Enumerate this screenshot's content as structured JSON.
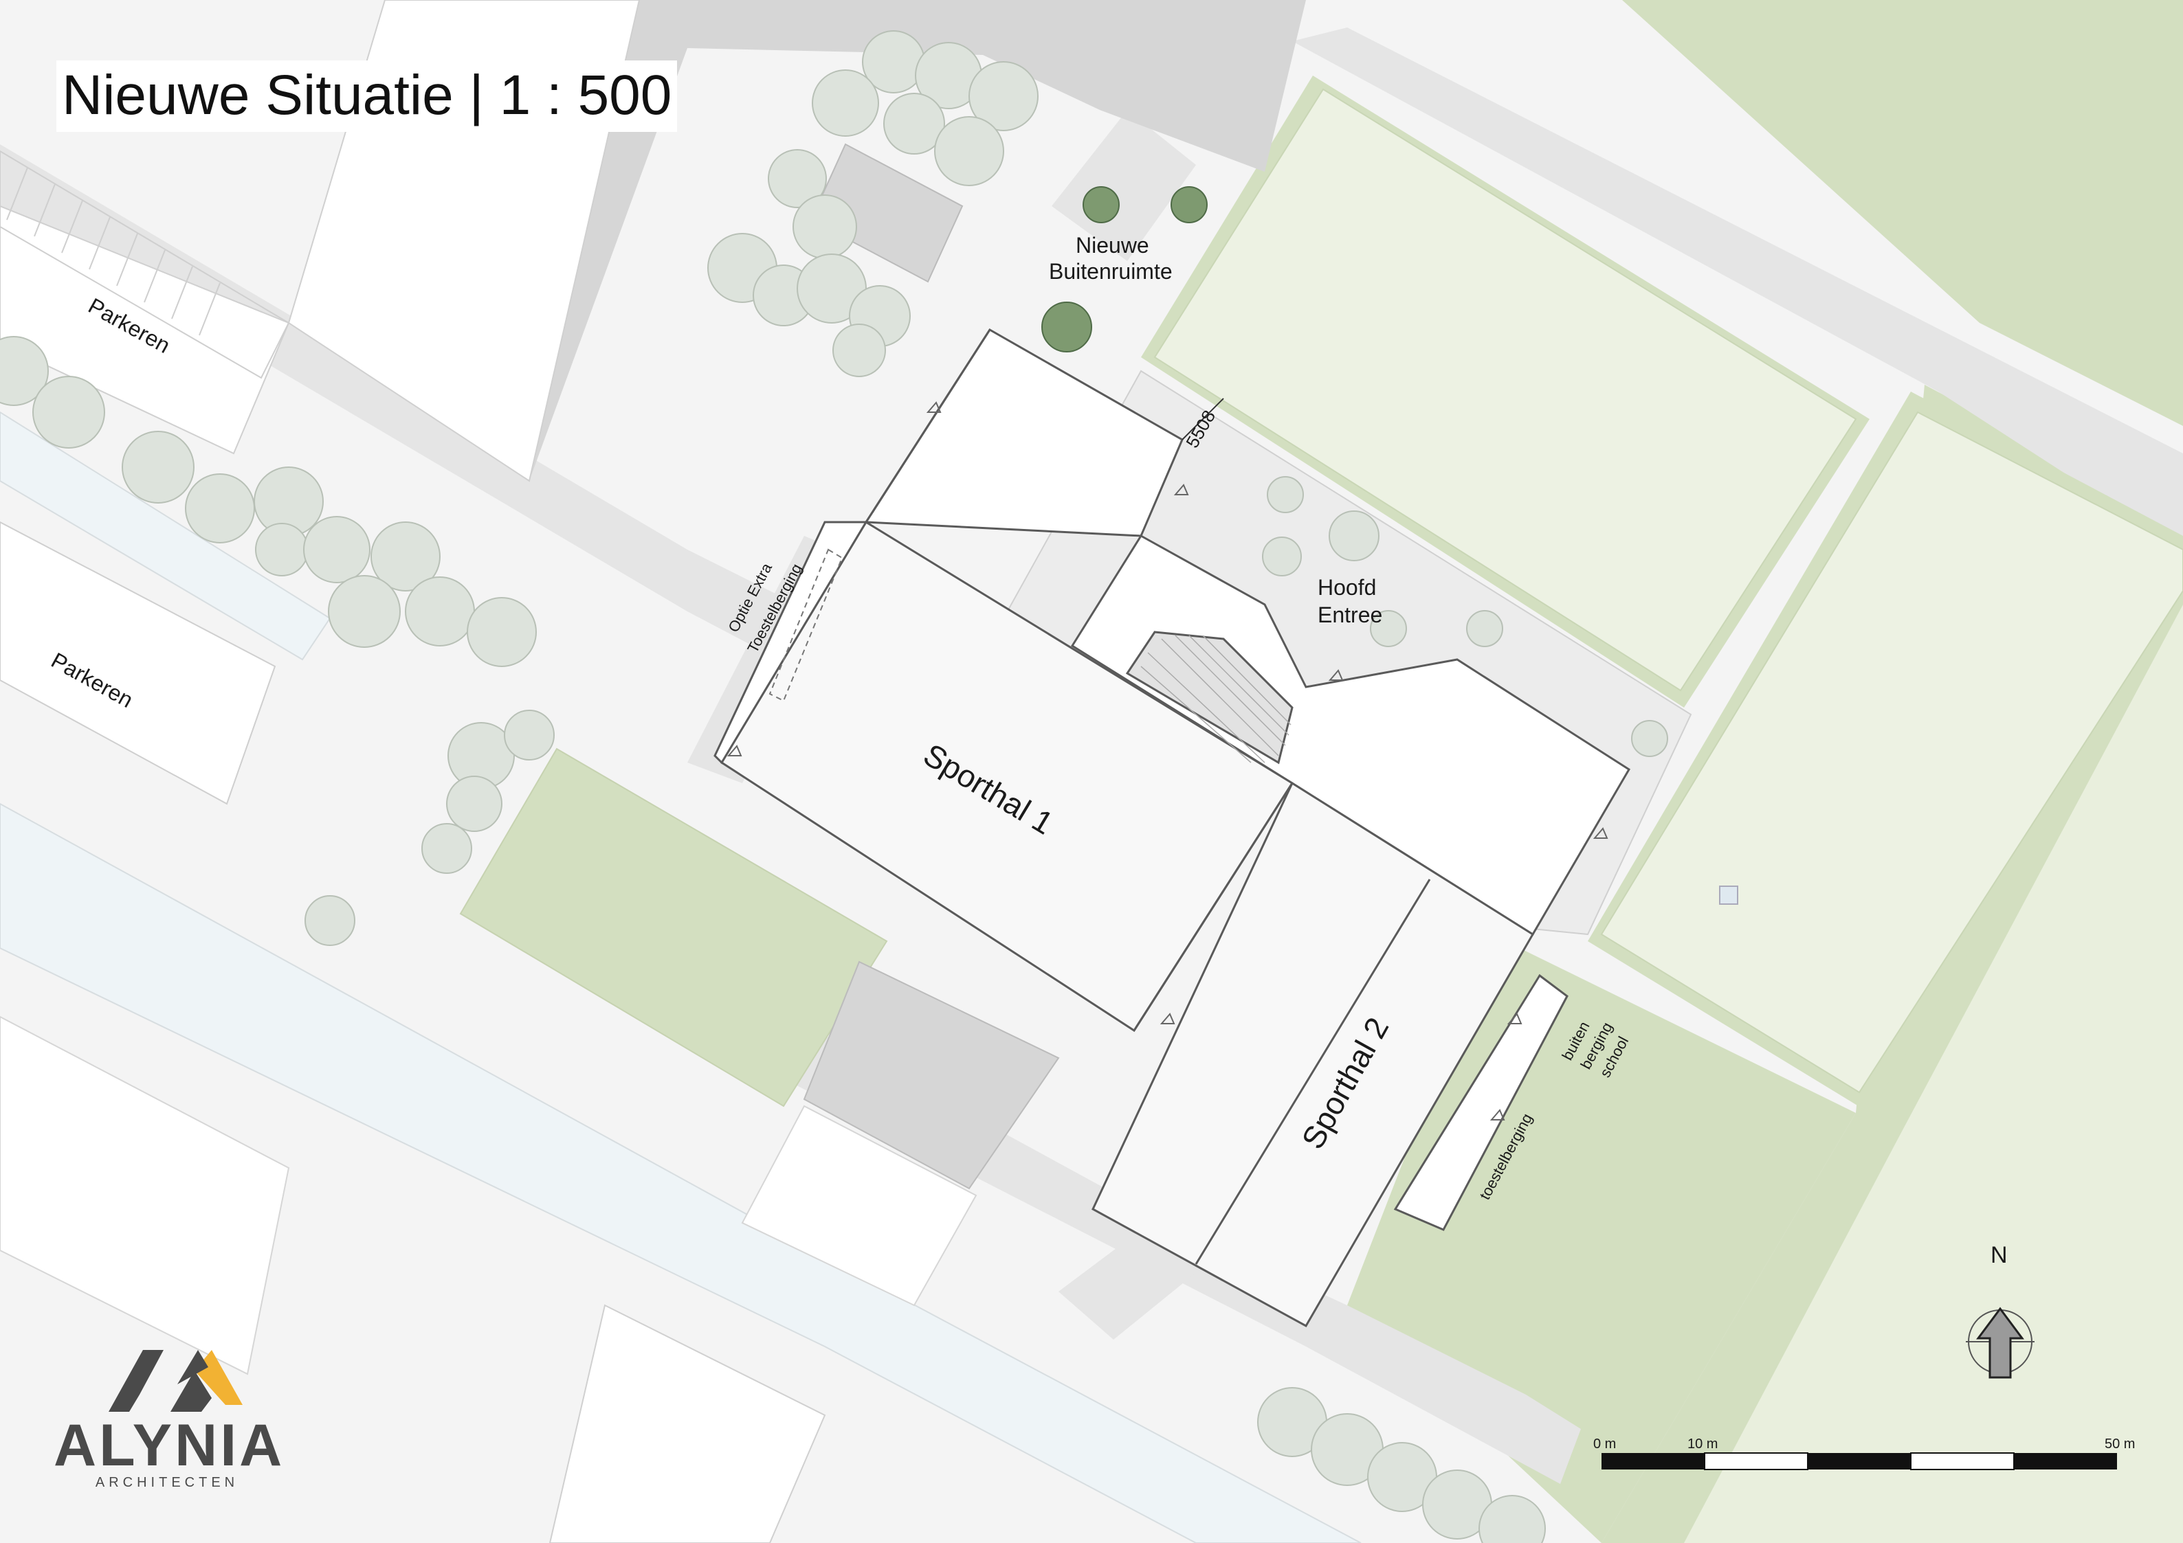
{
  "title": "Nieuwe Situatie  |  1 : 500",
  "labels": {
    "parkeren_top": "Parkeren",
    "parkeren_bottom": "Parkeren",
    "nieuwe_buitenruimte_1": "Nieuwe",
    "nieuwe_buitenruimte_2": "Buitenruimte",
    "hoofd_entree_1": "Hoofd",
    "hoofd_entree_2": "Entree",
    "optie_1": "Optie Extra",
    "optie_2": "Toestelberging",
    "sporthal_1": "Sporthal 1",
    "sporthal_2": "Sporthal 2",
    "buiten_1": "buiten",
    "buiten_2": "berging",
    "buiten_3": "school",
    "toestelberging": "toestelberging",
    "dimension": "5508"
  },
  "north_arrow": {
    "label": "N"
  },
  "scale_bar": {
    "ticks": [
      "0 m",
      "10 m",
      "50 m"
    ]
  },
  "logo": {
    "word": "ALYNIA",
    "sub": "ARCHITECTEN"
  },
  "colors": {
    "background": "#f4f4f4",
    "road": "#e5e5e5",
    "building_existing": "#d6d6d6",
    "building_new": "#ffffff",
    "grass": "#d3dfc0",
    "sportfield": "#edf2e3",
    "water": "#eef4f7",
    "tree": "#dde3dc",
    "tree_new": "#7e9a70",
    "logo_accent": "#f2b233",
    "logo_gray": "#4a4a4a"
  }
}
